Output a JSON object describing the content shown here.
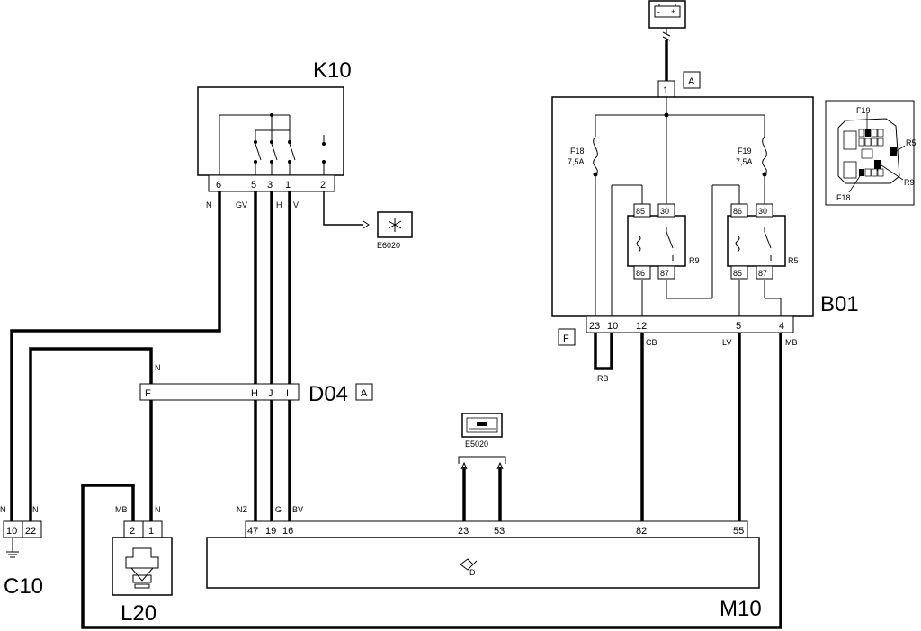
{
  "components": {
    "k10": "K10",
    "b01": "B01",
    "d04": "D04",
    "c10": "C10",
    "l20": "L20",
    "m10": "M10",
    "e6020": "E6020",
    "e5020": "E5020"
  },
  "tags": {
    "battery_connector": "A",
    "d04_connector": "A",
    "b01_connector": "F"
  },
  "fuses": {
    "f18_name": "F18",
    "f18_rating": "7,5A",
    "f19_name": "F19",
    "f19_rating": "7,5A"
  },
  "relays": {
    "r9": {
      "name": "R9",
      "pins": [
        "85",
        "30",
        "86",
        "87"
      ]
    },
    "r5": {
      "name": "R5",
      "pins": [
        "86",
        "30",
        "85",
        "87"
      ]
    }
  },
  "pins": {
    "battery": [
      "1"
    ],
    "k10": [
      "6",
      "5",
      "3",
      "1",
      "2"
    ],
    "b01": [
      "23",
      "10",
      "12",
      "5",
      "4"
    ],
    "d04": [
      "F",
      "H",
      "J",
      "I"
    ],
    "c10": [
      "10",
      "22"
    ],
    "l20": [
      "2",
      "1"
    ],
    "m10": [
      "47",
      "19",
      "16",
      "23",
      "53",
      "82",
      "55"
    ]
  },
  "wire_colors": {
    "k10_6": "N",
    "k10_5": "GV",
    "k10_3": "H",
    "k10_1": "V",
    "b01_rb": "RB",
    "b01_12": "CB",
    "b01_5": "LV",
    "b01_4": "MB",
    "d04_f": "N",
    "c10_10": "N",
    "c10_22": "N",
    "l20_2": "MB",
    "l20_1": "N",
    "m10_47": "NZ",
    "m10_19": "G",
    "m10_16": "BV"
  },
  "fusebox_inset": {
    "f19": "F19",
    "r5": "R5",
    "r9": "R9",
    "f18": "F18"
  },
  "symbols": {
    "m10_internal": "D"
  }
}
